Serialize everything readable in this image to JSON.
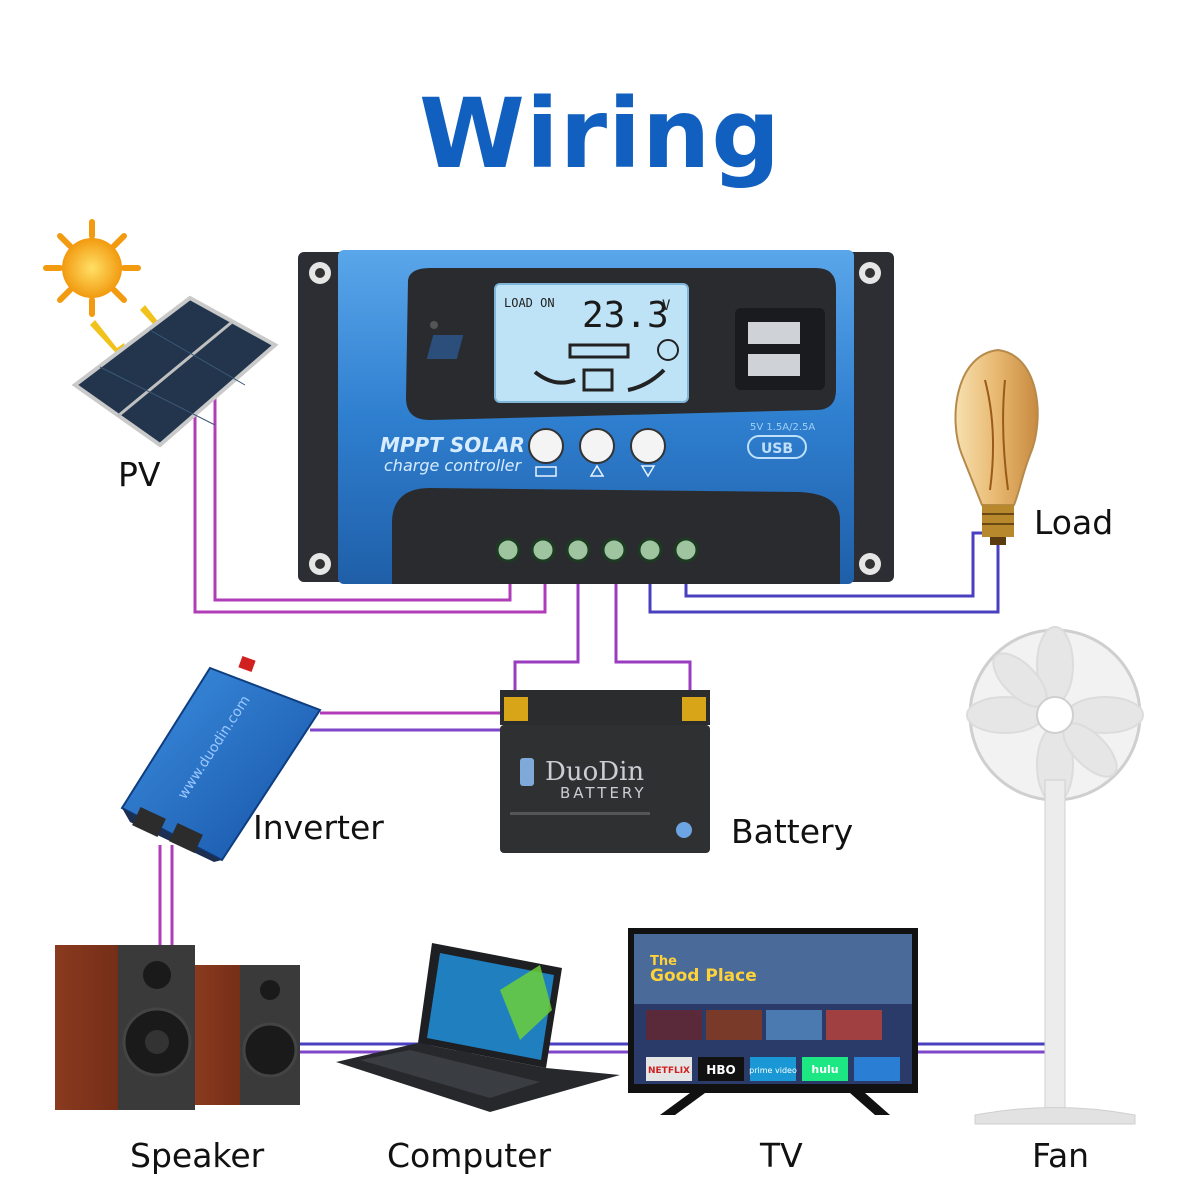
{
  "title": "Wiring",
  "controller": {
    "lcd_status": "LOAD ON",
    "lcd_reading": "23.3",
    "lcd_unit": "V",
    "brand_line1": "MPPT SOLAR",
    "brand_line2": "charge controller",
    "usb_spec": "5V 1.5A/2.5A",
    "usb_label": "USB"
  },
  "battery": {
    "brand": "DuoDin",
    "subtitle": "BATTERY"
  },
  "inverter": {
    "print": "www.duodin.com"
  },
  "tv": {
    "show_line1": "The",
    "show_line2": "Good Place",
    "apps": [
      "NETFLIX",
      "HBO",
      "prime video",
      "hulu"
    ]
  },
  "labels": {
    "pv": "PV",
    "load": "Load",
    "inverter": "Inverter",
    "battery": "Battery",
    "speaker": "Speaker",
    "computer": "Computer",
    "tv": "TV",
    "fan": "Fan"
  },
  "colors": {
    "title": "#1160c0",
    "controller_body": "#2f7fd0",
    "wire_pv": "#b03cb8",
    "wire_load": "#4a3fbe",
    "wire_ac": "#7e46c8"
  }
}
